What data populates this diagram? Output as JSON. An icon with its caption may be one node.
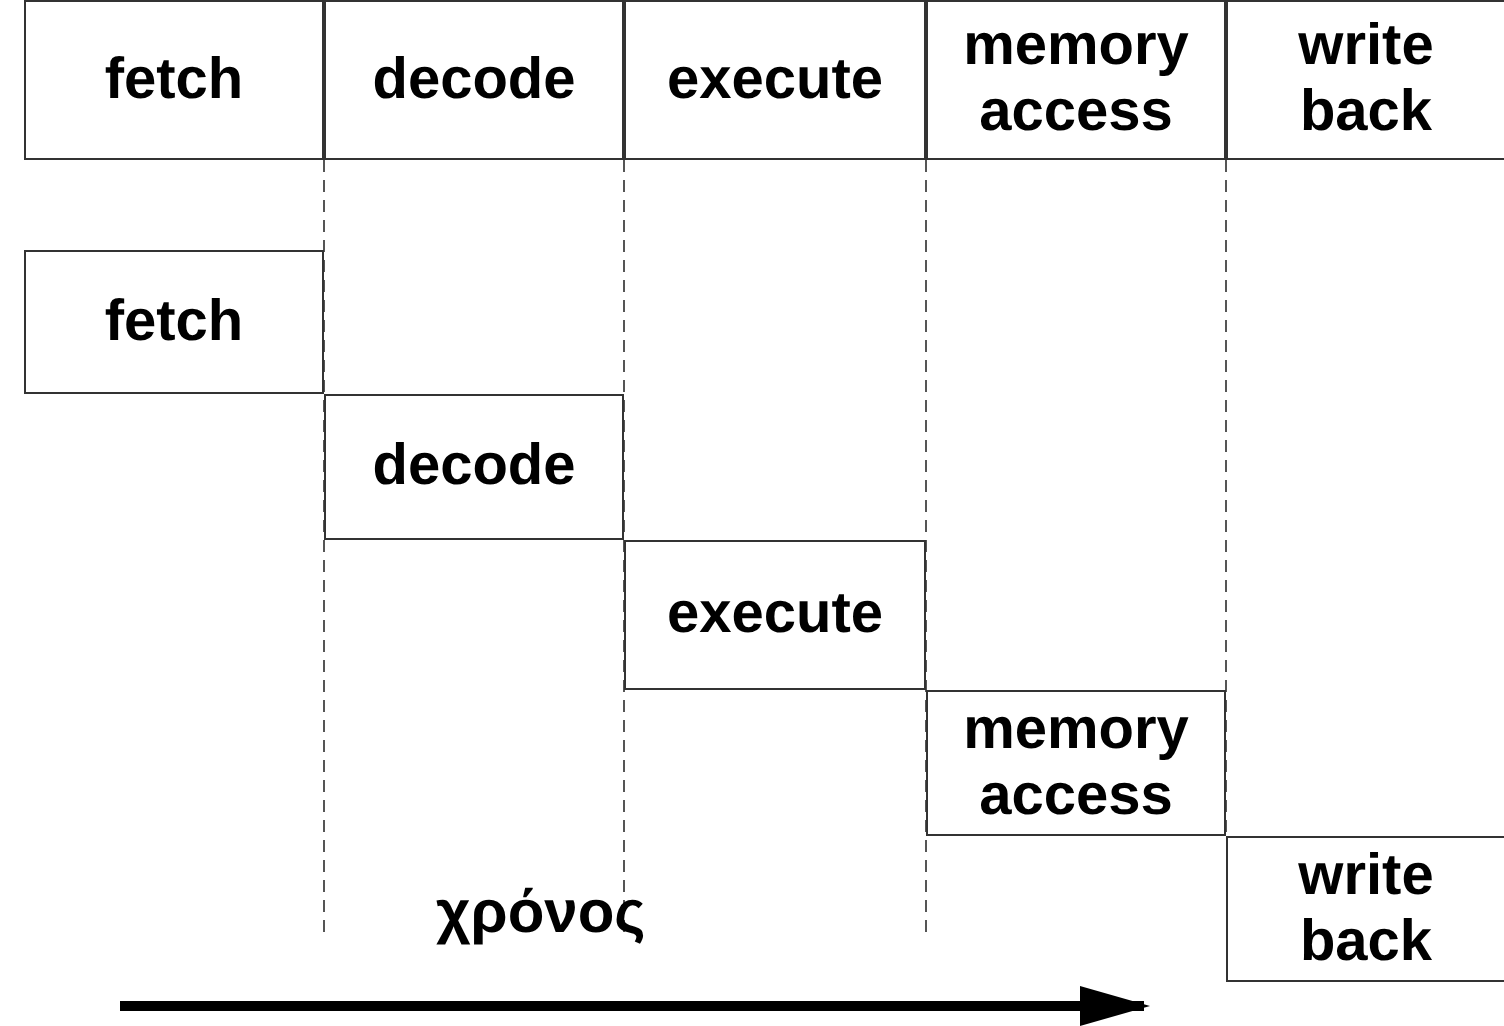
{
  "diagram": {
    "nodes": [
      {
        "text": [
          "fetch"
        ]
      },
      {
        "text": [
          "decode"
        ]
      },
      {
        "text": [
          "execute"
        ]
      },
      {
        "text": [
          "memory access"
        ]
      },
      {
        "text": [
          "write back"
        ]
      },
      {
        "text": [
          "fetch"
        ]
      },
      {
        "text": [
          "decode"
        ]
      },
      {
        "text": [
          "execute"
        ]
      },
      {
        "text": [
          "memory access"
        ]
      },
      {
        "text": [
          "write back"
        ]
      }
    ],
    "labels": [
      "χρόνος"
    ]
  }
}
